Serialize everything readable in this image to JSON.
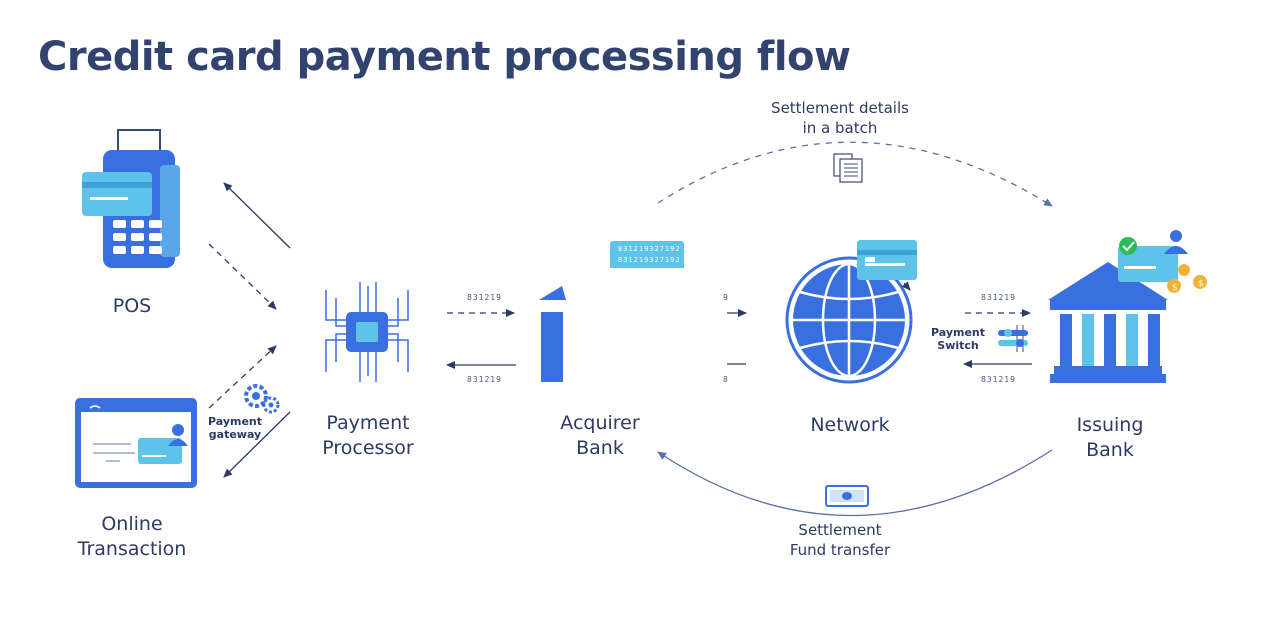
{
  "title": "Credit card payment processing flow",
  "nodes": {
    "pos": "POS",
    "online": [
      "Online",
      "Transaction"
    ],
    "processor": [
      "Payment",
      "Processor"
    ],
    "acquirer": [
      "Acquirer",
      "Bank"
    ],
    "network": "Network",
    "issuing": [
      "Issuing",
      "Bank"
    ]
  },
  "annotations": {
    "settlement_details": [
      "Settlement details",
      "in a batch"
    ],
    "settlement_fund": [
      "Settlement",
      "Fund transfer"
    ],
    "payment_gateway": [
      "Payment",
      "gateway"
    ],
    "payment_switch": [
      "Payment",
      "Switch"
    ]
  },
  "codes": {
    "proc_top": "831219",
    "proc_bottom": "831219",
    "acq_top": "9",
    "acq_bottom": "8",
    "iss_top": "831219",
    "iss_bottom": "831219",
    "card_line1": "831219327192",
    "card_line2": "831219327192"
  },
  "colors": {
    "title": "#334370",
    "primary_blue": "#3a6fe0",
    "light_blue": "#5ec3e8",
    "arrow": "#2b3b63",
    "coin": "#f2b233",
    "check": "#2dbb5a"
  },
  "icons": [
    "pos-terminal-icon",
    "browser-window-icon",
    "chip-icon",
    "bank-building-icon",
    "globe-icon",
    "document-stack-icon",
    "banknote-icon",
    "gears-icon",
    "switch-icon",
    "checkmark-icon",
    "coin-icon",
    "user-icon"
  ]
}
